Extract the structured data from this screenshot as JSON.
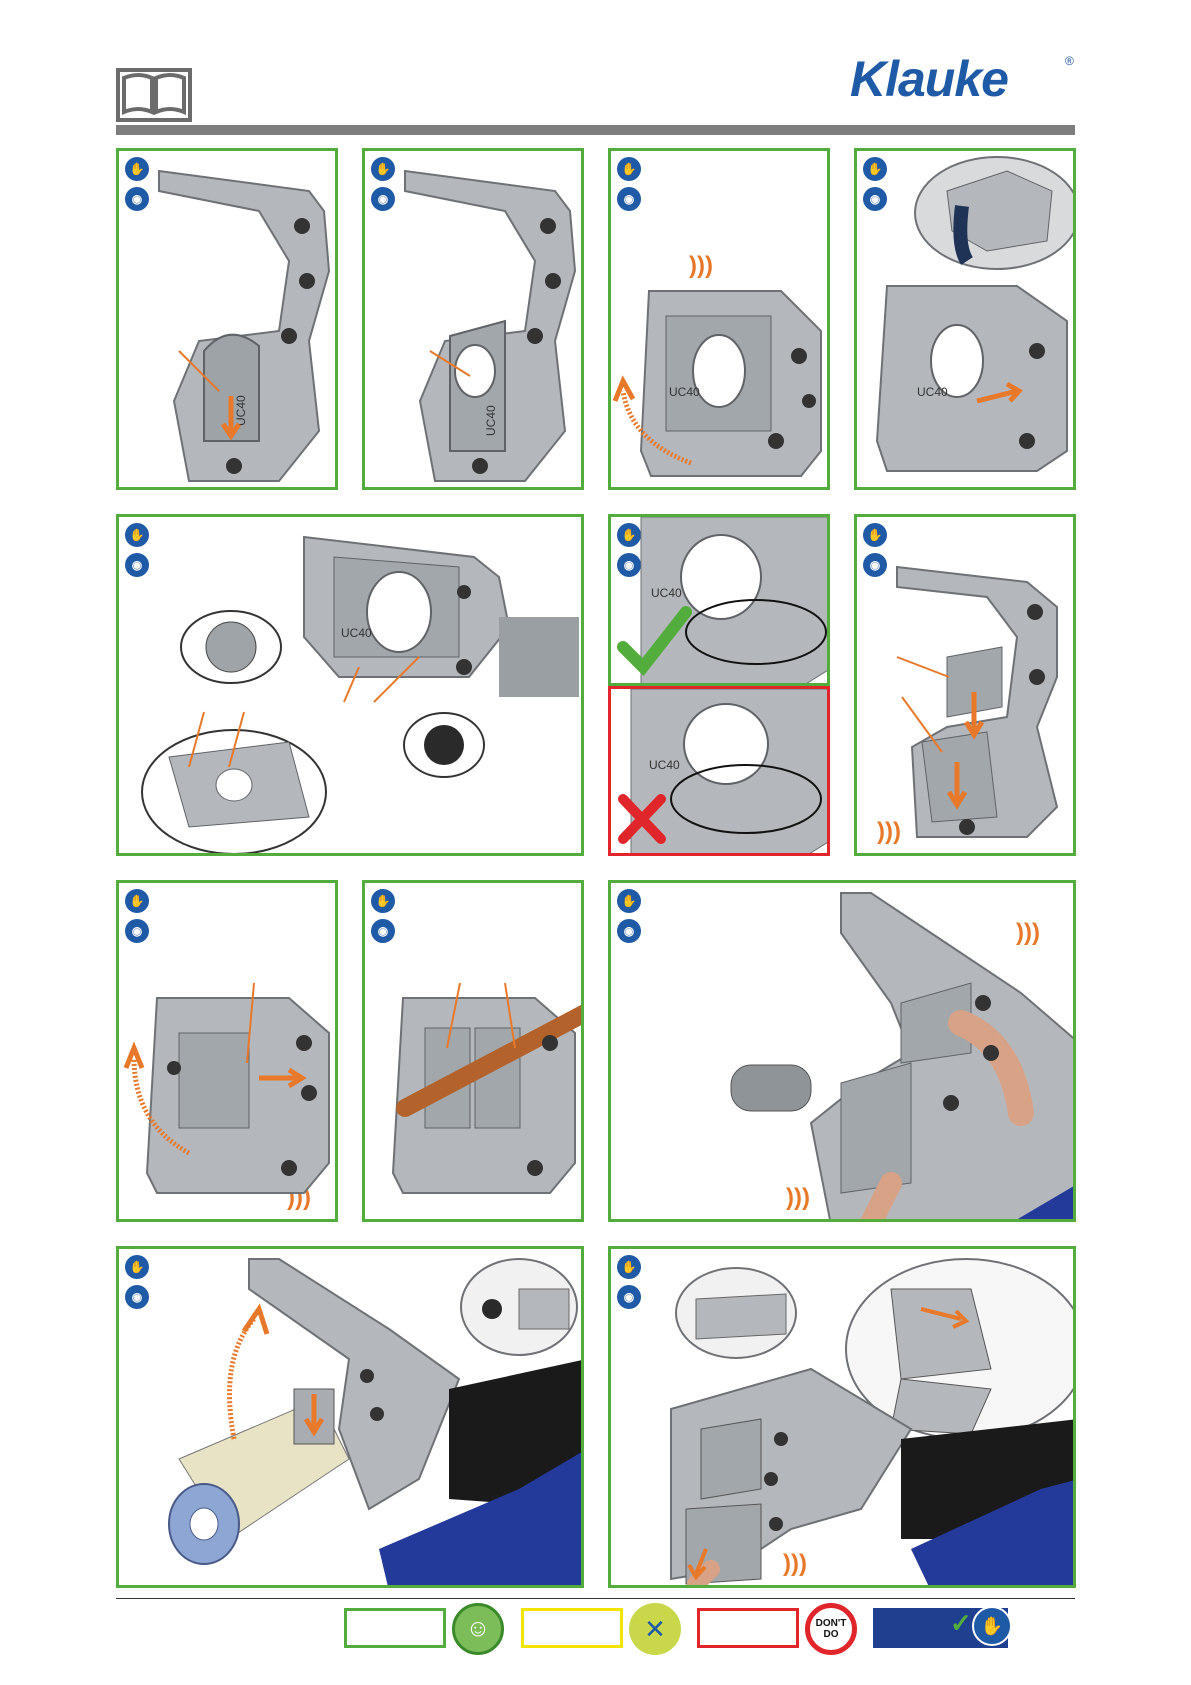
{
  "header": {
    "brand": "Klauke",
    "registered": "®",
    "manual_icon": "book-icon"
  },
  "die_label": "UC40",
  "die_label_panel8": "UC40",
  "panel_icons": {
    "top": "safety-gloves-icon",
    "bottom": "eye-protection-icon"
  },
  "footer": {
    "legend": [
      {
        "color": "#53ad3d",
        "icon": "mechanic-icon"
      },
      {
        "color": "#f1e400",
        "icon": "tools-icon"
      },
      {
        "color": "#e0262a",
        "icon": "dont-do-icon",
        "text": "DON'T DO"
      },
      {
        "color": "#1f3f8f",
        "icon": "checkmark-icon"
      }
    ]
  },
  "colors": {
    "frame_green": "#53ad3d",
    "frame_red": "#e0262a",
    "accent_orange": "#e8792a",
    "brand_blue": "#1f5aa6",
    "tool_gray": "#a9adb1"
  }
}
